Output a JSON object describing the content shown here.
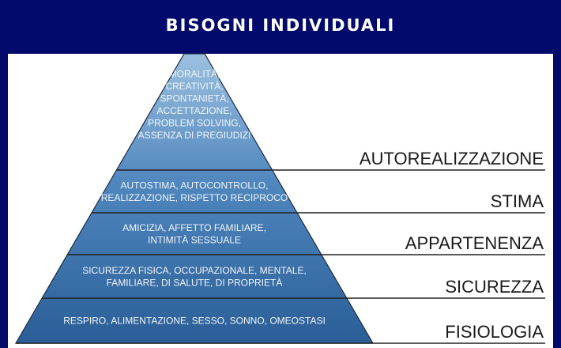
{
  "title": "BISOGNI INDIVIDUALI",
  "levels": [
    {
      "label": "AUTOREALIZZAZIONE",
      "lines": [
        "MORALITÀ,",
        "CREATIVITÀ,",
        "SPONTANIETÀ,",
        "ACCETTAZIONE,",
        "PROBLEM SOLVING,",
        "ASSENZA DI PREGIUDIZI"
      ]
    },
    {
      "label": "STIMA",
      "lines": [
        "AUTOSTIMA, AUTOCONTROLLO,",
        "REALIZZAZIONE, RISPETTO RECIPROCO"
      ]
    },
    {
      "label": "APPARTENENZA",
      "lines": [
        "AMICIZIA,  AFFETTO FAMILIARE,",
        "INTIMITÀ SESSUALE"
      ]
    },
    {
      "label": "SICUREZZA",
      "lines": [
        "SICUREZZA FISICA, OCCUPAZIONALE, MENTALE,",
        "FAMILIARE, DI SALUTE, DI PROPRIETÀ"
      ]
    },
    {
      "label": "FISIOLOGIA",
      "lines": [
        "RESPIRO, ALIMENTAZIONE, SESSO, SONNO, OMEOSTASI"
      ]
    }
  ],
  "colors": {
    "background": "#020a6b",
    "pyramid_top": "#9cc0e0",
    "pyramid_bottom": "#2b5e97"
  }
}
